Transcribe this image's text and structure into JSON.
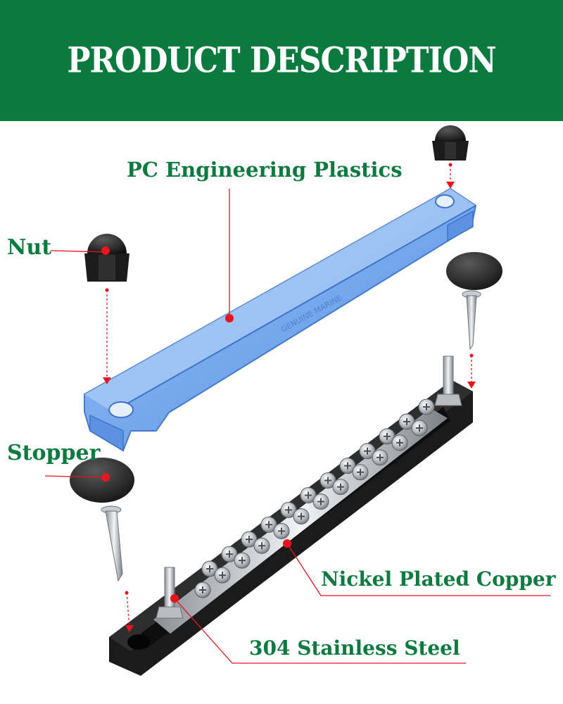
{
  "header": {
    "title": "PRODUCT DESCRIPTION"
  },
  "labels": {
    "plastics": "PC Engineering Plastics",
    "nut": "Nut",
    "stopper": "Stopper",
    "copper": "Nickel Plated Copper",
    "steel": "304 Stainless Steel"
  },
  "cover_text": "GENUINE MARINE",
  "colors": {
    "header_bg": "#0b7a3f",
    "label_green": "#0d7a3f",
    "pointer_red": "#e8141e",
    "cover_blue": "#6fa4ec",
    "base_black": "#1b1b1b"
  }
}
